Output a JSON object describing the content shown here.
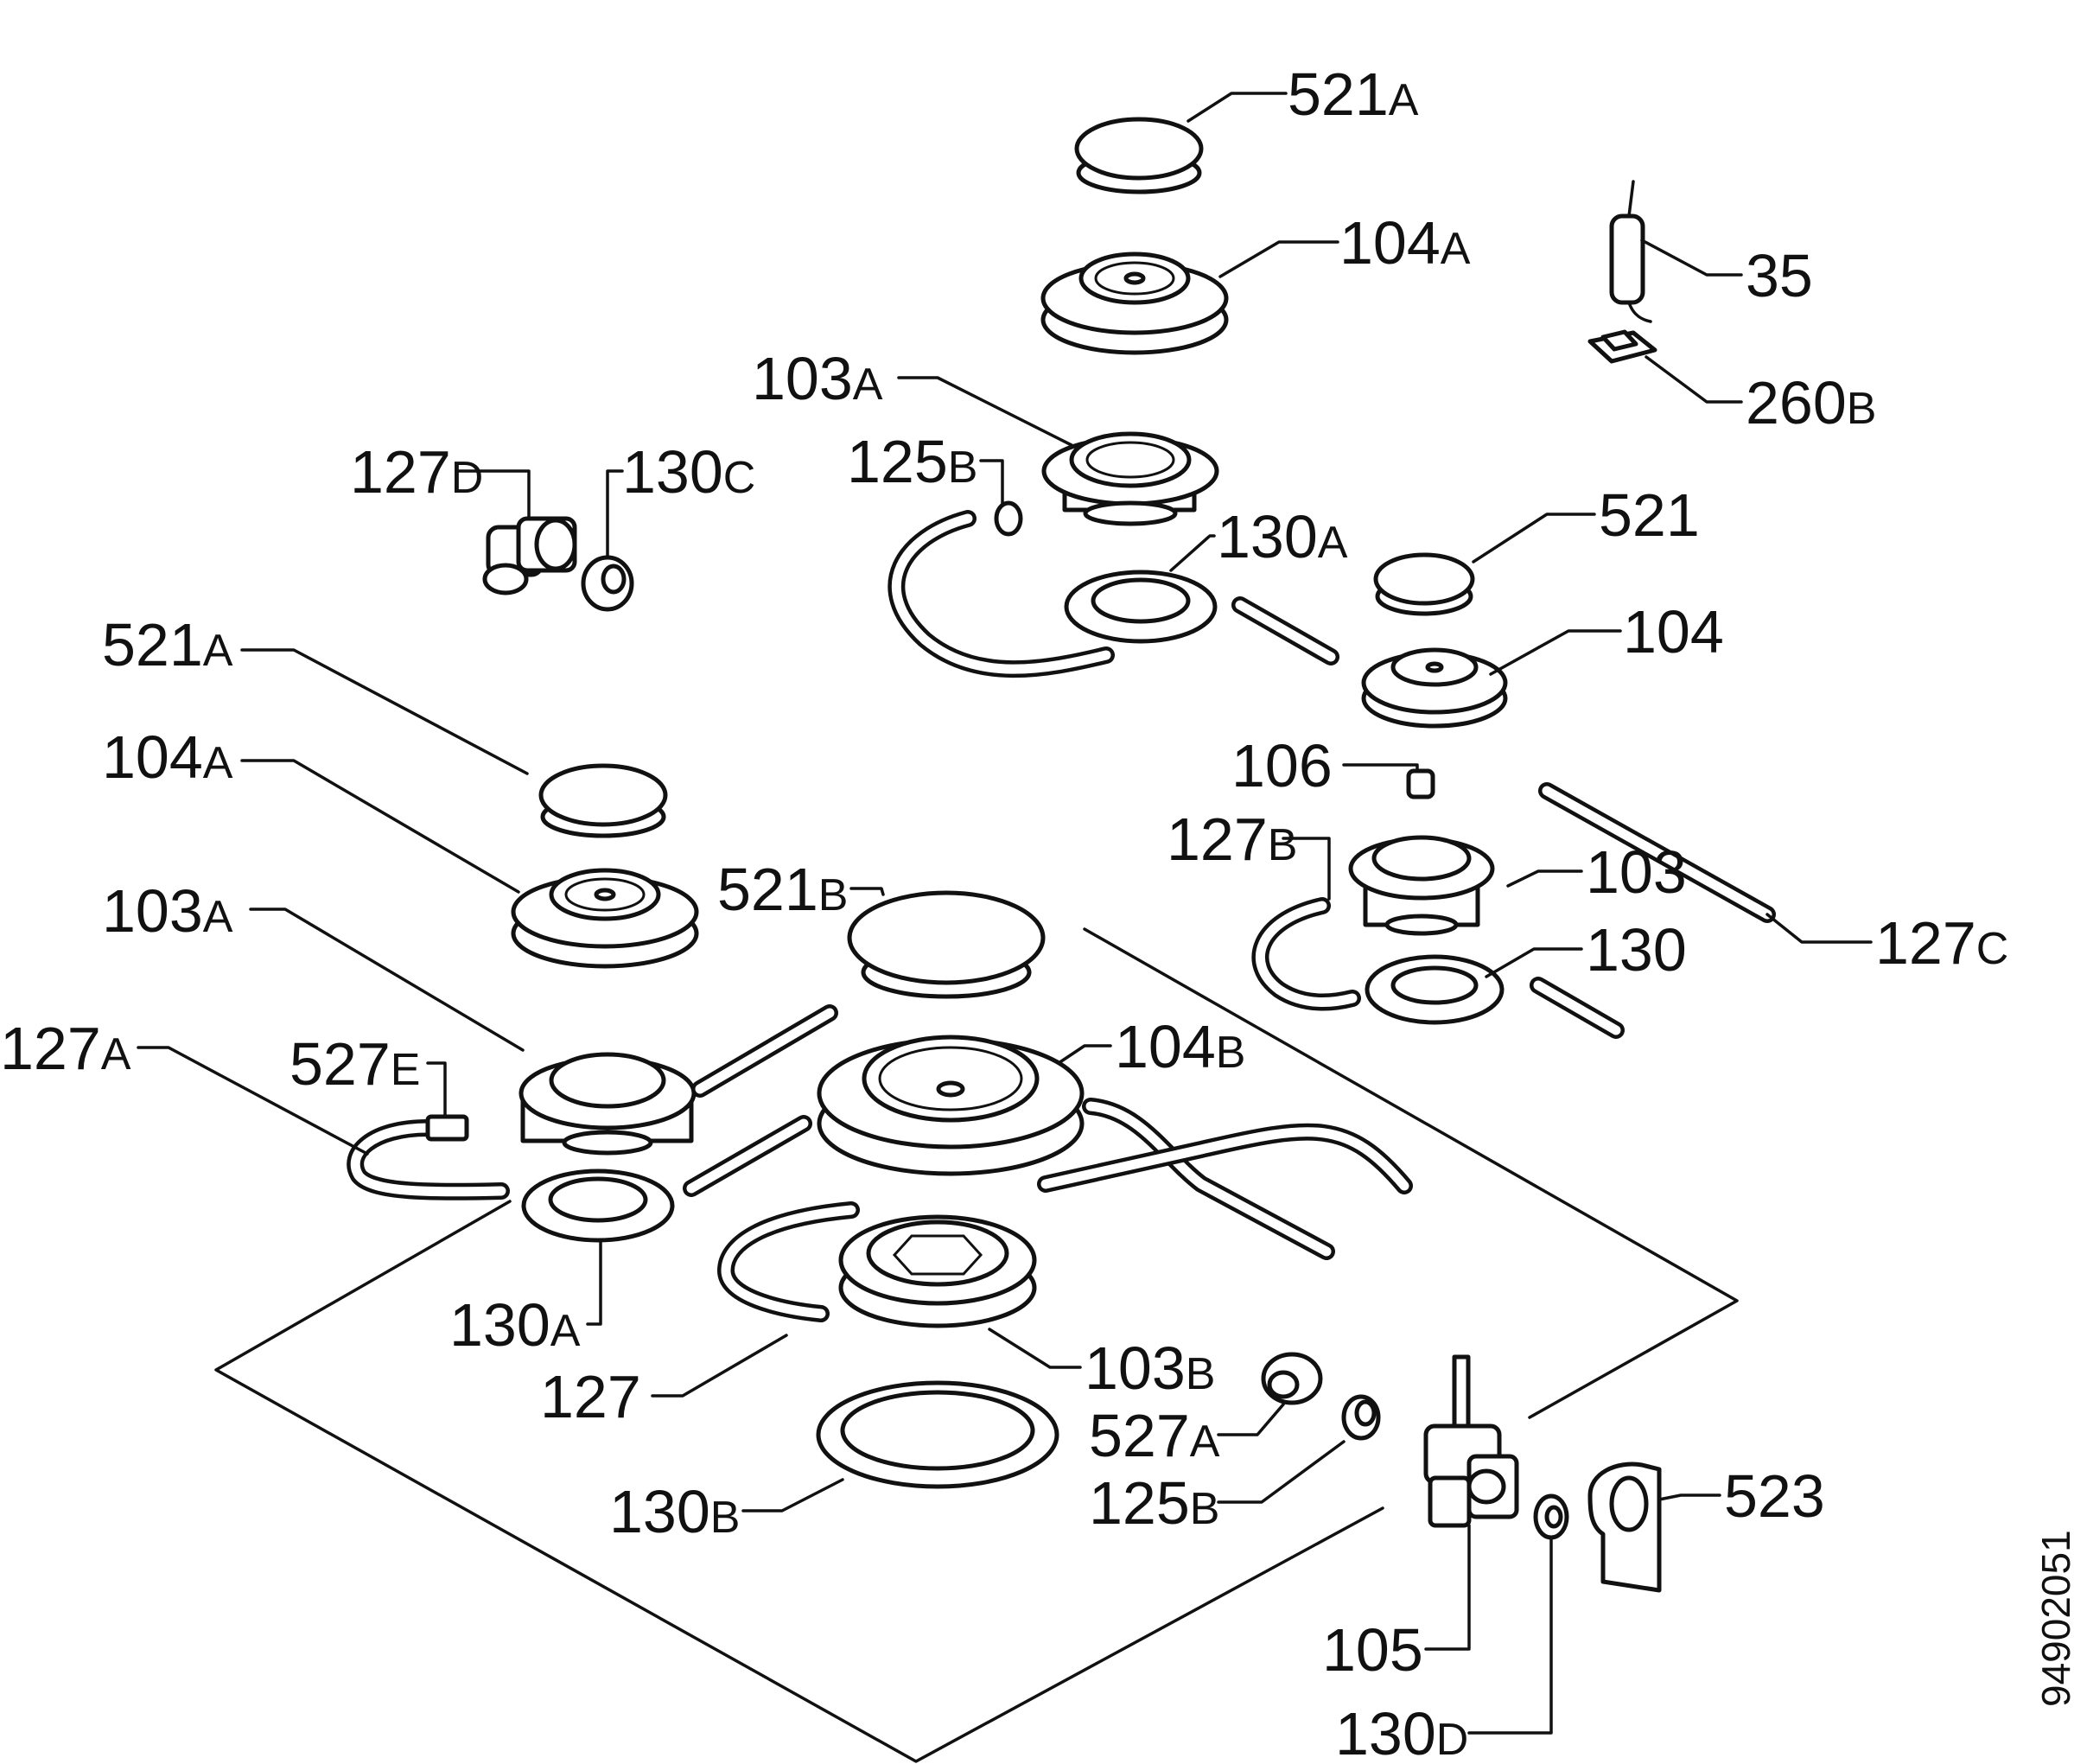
{
  "drawing_code": "94902051",
  "labels": [
    {
      "id": "521A-top",
      "num": "521",
      "suffix": "A"
    },
    {
      "id": "104A-top",
      "num": "104",
      "suffix": "A"
    },
    {
      "id": "35",
      "num": "35",
      "suffix": ""
    },
    {
      "id": "260B",
      "num": "260",
      "suffix": "B"
    },
    {
      "id": "103A-top",
      "num": "103",
      "suffix": "A"
    },
    {
      "id": "127D",
      "num": "127",
      "suffix": "D"
    },
    {
      "id": "130C",
      "num": "130",
      "suffix": "C"
    },
    {
      "id": "125B-top",
      "num": "125",
      "suffix": "B"
    },
    {
      "id": "130A-top",
      "num": "130",
      "suffix": "A"
    },
    {
      "id": "521",
      "num": "521",
      "suffix": ""
    },
    {
      "id": "104",
      "num": "104",
      "suffix": ""
    },
    {
      "id": "521A-left",
      "num": "521",
      "suffix": "A"
    },
    {
      "id": "106",
      "num": "106",
      "suffix": ""
    },
    {
      "id": "104A-left",
      "num": "104",
      "suffix": "A"
    },
    {
      "id": "127B",
      "num": "127",
      "suffix": "B"
    },
    {
      "id": "103",
      "num": "103",
      "suffix": ""
    },
    {
      "id": "521B",
      "num": "521",
      "suffix": "B"
    },
    {
      "id": "103A-left",
      "num": "103",
      "suffix": "A"
    },
    {
      "id": "127C",
      "num": "127",
      "suffix": "C"
    },
    {
      "id": "130",
      "num": "130",
      "suffix": ""
    },
    {
      "id": "127A",
      "num": "127",
      "suffix": "A"
    },
    {
      "id": "527E",
      "num": "527",
      "suffix": "E"
    },
    {
      "id": "104B",
      "num": "104",
      "suffix": "B"
    },
    {
      "id": "130A-left",
      "num": "130",
      "suffix": "A"
    },
    {
      "id": "127",
      "num": "127",
      "suffix": ""
    },
    {
      "id": "103B",
      "num": "103",
      "suffix": "B"
    },
    {
      "id": "527A",
      "num": "527",
      "suffix": "A"
    },
    {
      "id": "125B-bottom",
      "num": "125",
      "suffix": "B"
    },
    {
      "id": "523",
      "num": "523",
      "suffix": ""
    },
    {
      "id": "130B",
      "num": "130",
      "suffix": "B"
    },
    {
      "id": "105",
      "num": "105",
      "suffix": ""
    },
    {
      "id": "130D",
      "num": "130",
      "suffix": "D"
    }
  ]
}
